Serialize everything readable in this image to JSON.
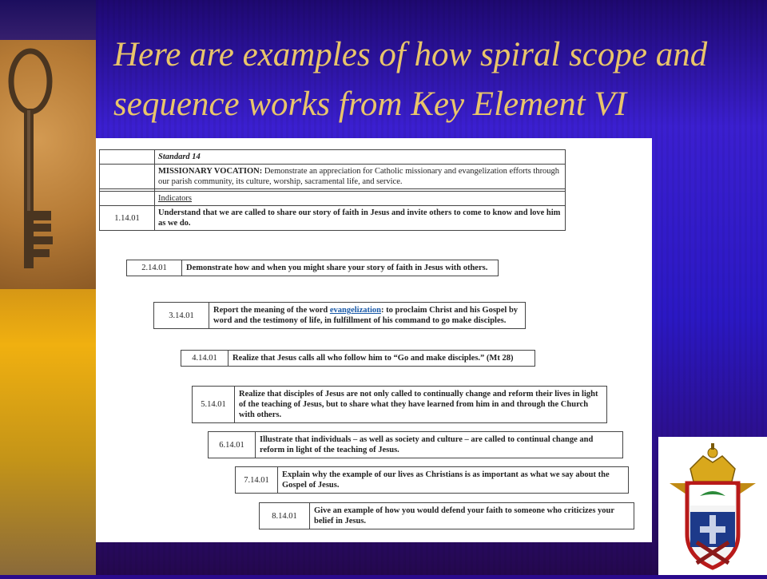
{
  "title": {
    "line1": "Here are examples of how spiral scope and",
    "line2": "sequence works from Key Element VI"
  },
  "standard": {
    "heading": "Standard 14",
    "name": "MISSIONARY VOCATION:",
    "description": "Demonstrate an appreciation for Catholic missionary and evangelization efforts through our parish community, its culture, worship, sacramental life, and service.",
    "indicators_label": "Indicators"
  },
  "indicators": [
    {
      "code": "1.14.01",
      "text": "Understand that we are called to share our story of faith in Jesus and invite others to come to know and love him as we do."
    },
    {
      "code": "2.14.01",
      "text": "Demonstrate how and when you might share your story of faith in Jesus with others."
    },
    {
      "code": "3.14.01",
      "text_before": "Report the meaning of the word ",
      "link": "evangelization",
      "text_after": ": to proclaim Christ and his Gospel by word and the testimony of life, in fulfillment of his command to go make disciples."
    },
    {
      "code": "4.14.01",
      "text": "Realize that Jesus calls all who follow him to “Go and make disciples.” (Mt 28)"
    },
    {
      "code": "5.14.01",
      "text": "Realize that disciples of Jesus are not only called to continually change and reform their lives in light of the teaching of Jesus, but to share what they have learned from him in and through the Church with others."
    },
    {
      "code": "6.14.01",
      "text": "Illustrate that individuals – as well as society and culture – are called to continual change and reform in light of the teaching of Jesus."
    },
    {
      "code": "7.14.01",
      "text": "Explain why the example of our lives as Christians is as important as what we say about the Gospel of Jesus."
    },
    {
      "code": "8.14.01",
      "text": "Give an example of how you would defend your faith to someone who criticizes your belief in Jesus."
    }
  ],
  "colors": {
    "title": "#e9c56a",
    "background": "#2b18c4",
    "link": "#1a5aa8"
  }
}
